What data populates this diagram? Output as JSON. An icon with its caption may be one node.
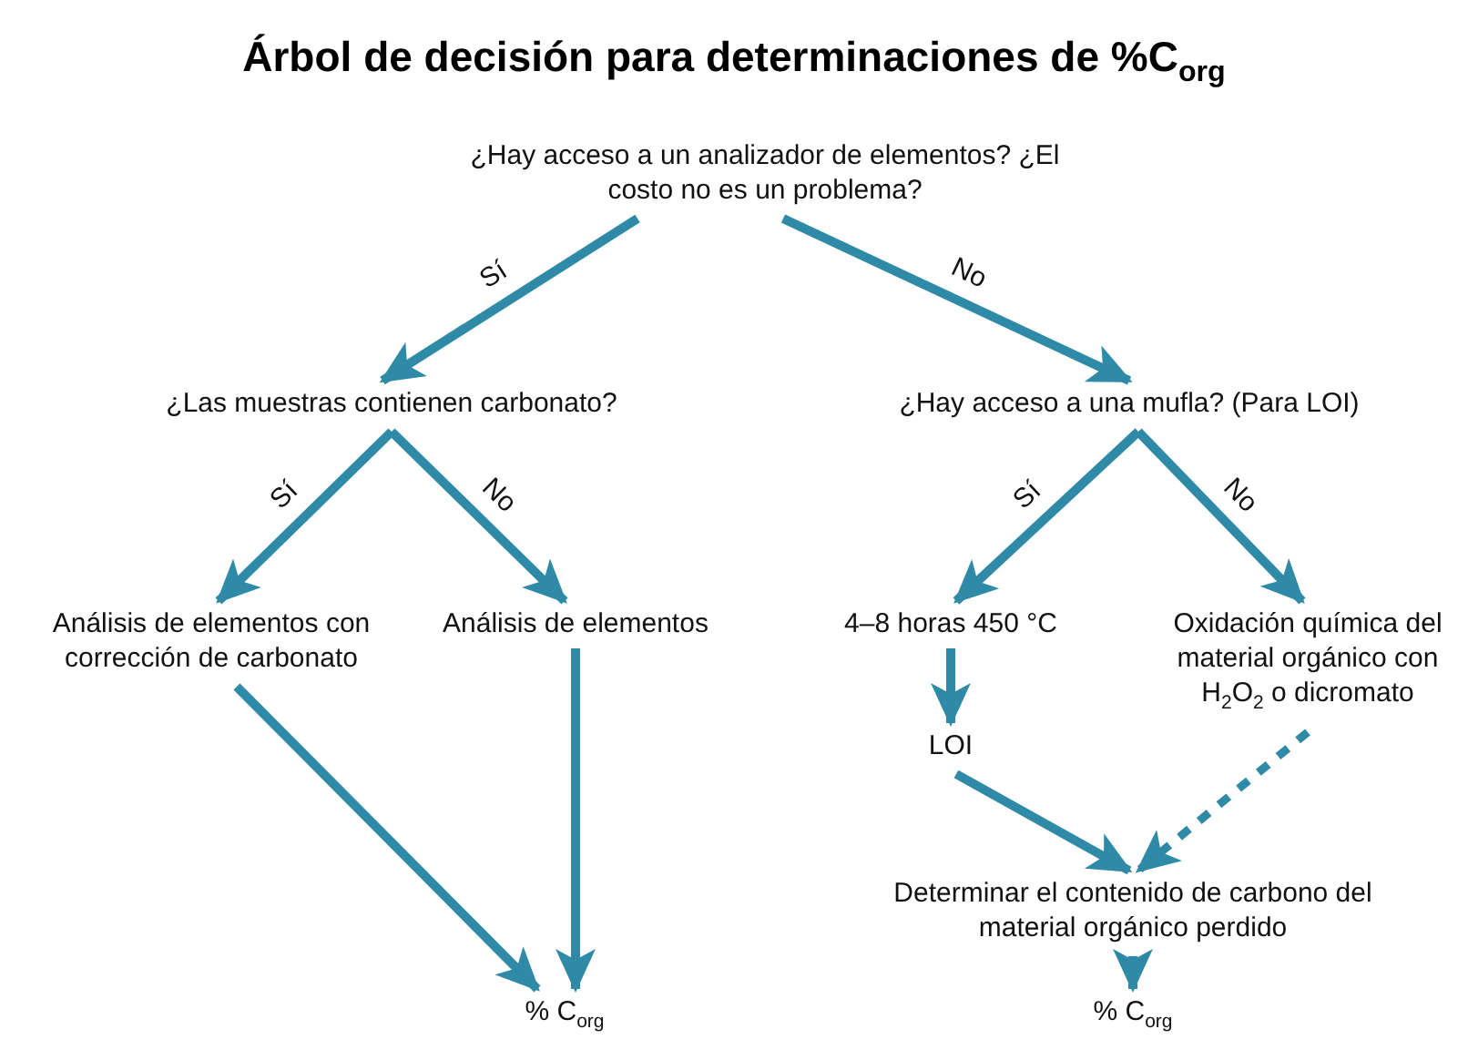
{
  "diagram": {
    "title": "Árbol de decisión para determinaciones de %C$_{org}$",
    "nodes": [
      {
        "text": [
          "¿Hay acceso a un analizador de elementos? ¿El costo no es un problema?"
        ]
      },
      {
        "text": [
          "¿Las muestras contienen carbonato?"
        ]
      },
      {
        "text": [
          "¿Hay acceso a una mufla? (Para LOI)"
        ]
      },
      {
        "text": [
          "Análisis de elementos con corrección de carbonato"
        ]
      },
      {
        "text": [
          "Análisis de elementos"
        ]
      },
      {
        "text": [
          "4–8 horas 450 °C"
        ]
      },
      {
        "text": [
          "Oxidación química del material orgánico con H$_{2}$O$_{2}$ o dicromato"
        ]
      },
      {
        "text": [
          "LOI"
        ]
      },
      {
        "text": [
          "Determinar el contenido de carbono del material orgánico perdido"
        ]
      },
      {
        "text": [
          "% C$_{org}$"
        ]
      },
      {
        "text": [
          "% C$_{org}$"
        ]
      }
    ],
    "edges": [
      {
        "from": 0,
        "to": 1,
        "arrow": "to",
        "label": "Sí"
      },
      {
        "from": 0,
        "to": 2,
        "arrow": "to",
        "label": "No"
      },
      {
        "from": 1,
        "to": 3,
        "arrow": "to",
        "label": "Sí"
      },
      {
        "from": 1,
        "to": 4,
        "arrow": "to",
        "label": "No"
      },
      {
        "from": 2,
        "to": 5,
        "arrow": "to",
        "label": "Sí"
      },
      {
        "from": 2,
        "to": 6,
        "arrow": "to",
        "label": "No"
      },
      {
        "from": 5,
        "to": 7,
        "arrow": "to"
      },
      {
        "from": 3,
        "to": 9,
        "arrow": "to"
      },
      {
        "from": 4,
        "to": 9,
        "arrow": "to"
      },
      {
        "from": 7,
        "to": 8,
        "arrow": "to"
      },
      {
        "from": 6,
        "to": 8,
        "arrow": "to",
        "style": "dashed"
      },
      {
        "from": 8,
        "to": 10,
        "arrow": "to"
      }
    ]
  }
}
